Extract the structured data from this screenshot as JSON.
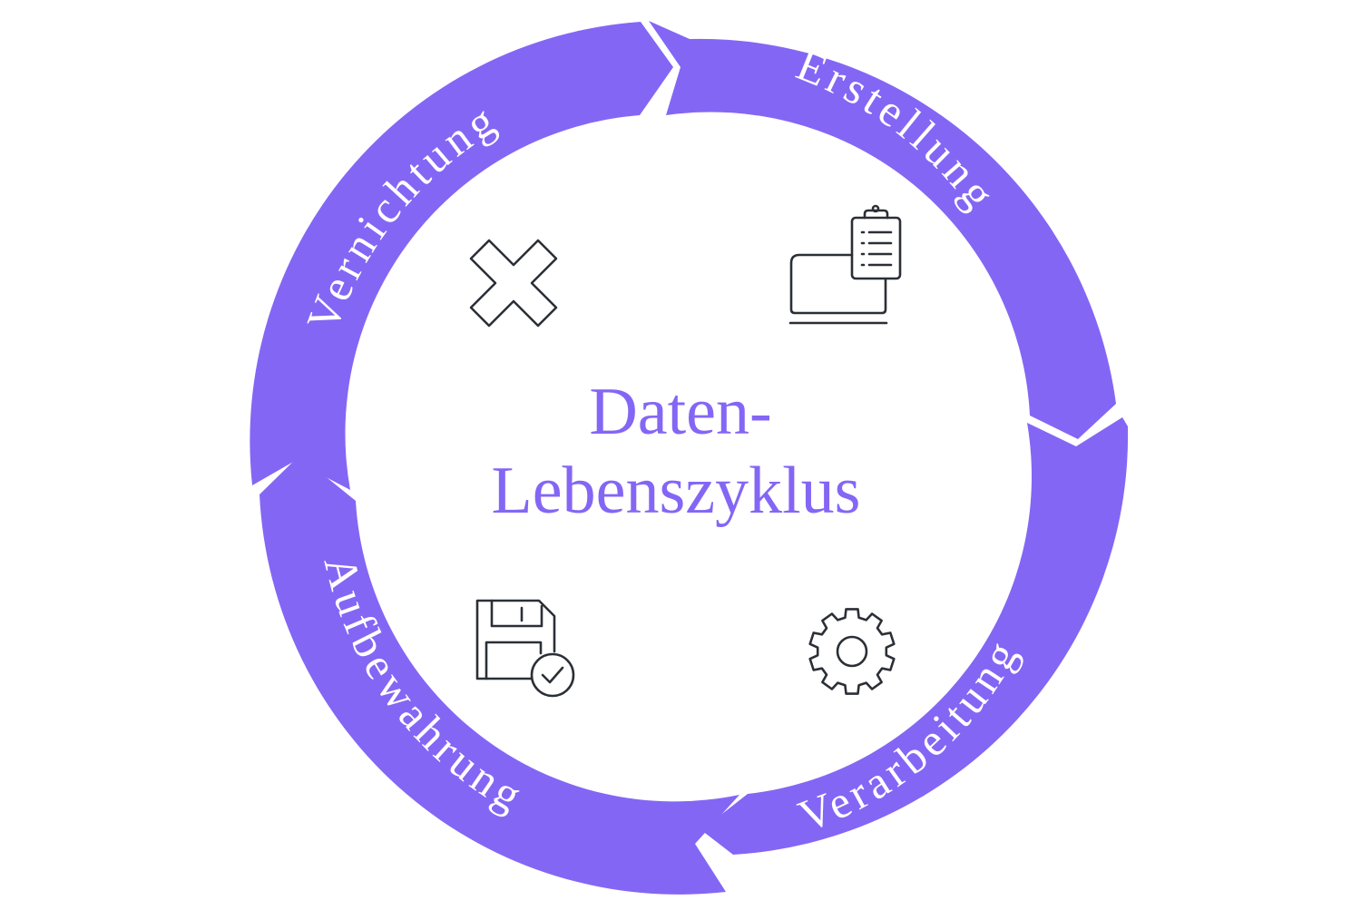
{
  "colors": {
    "ring": "#8466f5",
    "title": "#8466f5",
    "label": "#ffffff",
    "icon": "#2b2f36"
  },
  "center": {
    "line1": "Daten-",
    "line2": "Lebenszyklus"
  },
  "stages": [
    {
      "label": "Erstellung",
      "icon": "laptop-clipboard-icon"
    },
    {
      "label": "Verarbeitung",
      "icon": "gear-icon"
    },
    {
      "label": "Aufbewahrung",
      "icon": "floppy-disk-check-icon"
    },
    {
      "label": "Vernichtung",
      "icon": "x-cross-icon"
    }
  ]
}
